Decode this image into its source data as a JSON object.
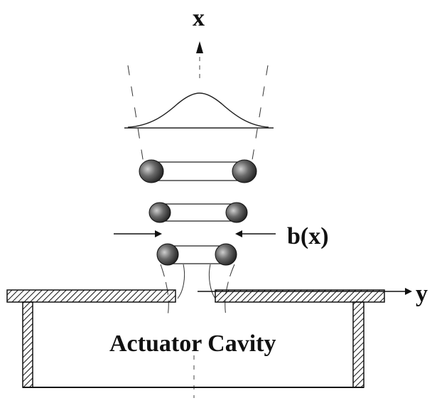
{
  "labels": {
    "x_axis": "x",
    "y_axis": "y",
    "width": "b(x)",
    "cavity": "Actuator Cavity"
  },
  "colors": {
    "ink": "#111111",
    "ring_dark": "#2a2a2a",
    "ring_light": "#d0d0d0",
    "background": "#ffffff"
  }
}
